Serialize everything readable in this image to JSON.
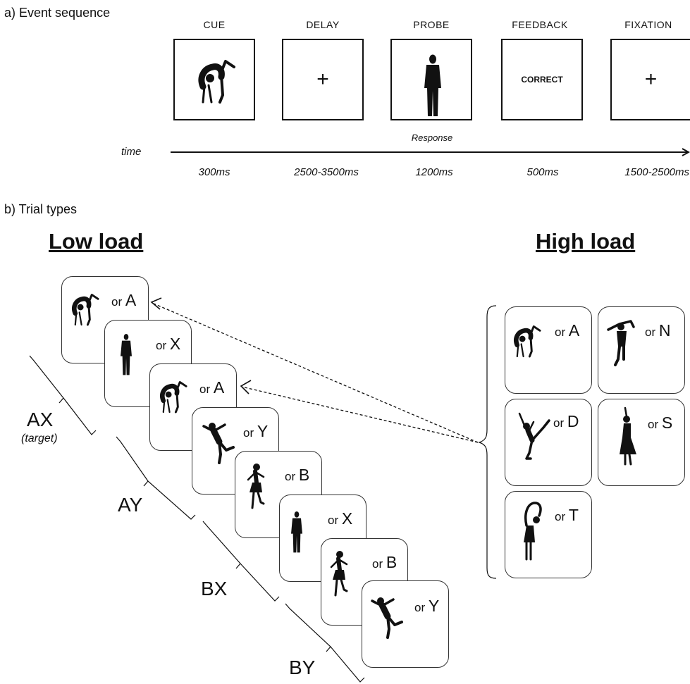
{
  "event_sequence": {
    "title": "a) Event sequence",
    "time_label": "time",
    "response_label": "Response",
    "events": [
      {
        "name": "CUE",
        "content": "gymnast-silhouette",
        "duration": "300ms"
      },
      {
        "name": "DELAY",
        "content": "+",
        "duration": "2500-3500ms"
      },
      {
        "name": "PROBE",
        "content": "man-silhouette",
        "duration": "1200ms"
      },
      {
        "name": "FEEDBACK",
        "content": "CORRECT",
        "duration": "500ms"
      },
      {
        "name": "FIXATION",
        "content": "+",
        "duration": "1500-2500ms"
      }
    ]
  },
  "trial_types": {
    "title": "b) Trial types",
    "low_load": {
      "heading": "Low load",
      "cards": [
        {
          "icon": "gymnast-icon",
          "prefix": "or",
          "letter": "A"
        },
        {
          "icon": "man-icon",
          "prefix": "or",
          "letter": "X"
        },
        {
          "icon": "gymnast-icon",
          "prefix": "or",
          "letter": "A"
        },
        {
          "icon": "dancer-icon",
          "prefix": "or",
          "letter": "Y"
        },
        {
          "icon": "girl-icon",
          "prefix": "or",
          "letter": "B"
        },
        {
          "icon": "man-icon",
          "prefix": "or",
          "letter": "X"
        },
        {
          "icon": "girl-icon",
          "prefix": "or",
          "letter": "B"
        },
        {
          "icon": "dancer-icon",
          "prefix": "or",
          "letter": "Y"
        }
      ],
      "trial_labels": [
        {
          "label": "AX",
          "sub": "(target)"
        },
        {
          "label": "AY"
        },
        {
          "label": "BX"
        },
        {
          "label": "BY"
        }
      ]
    },
    "high_load": {
      "heading": "High load",
      "cards": [
        {
          "icon": "gymnast-icon",
          "prefix": "or",
          "letter": "A"
        },
        {
          "icon": "stretching-figure-icon",
          "prefix": "or",
          "letter": "N"
        },
        {
          "icon": "skater-icon",
          "prefix": "or",
          "letter": "D"
        },
        {
          "icon": "woman-dress-icon",
          "prefix": "or",
          "letter": "S"
        },
        {
          "icon": "side-bend-icon",
          "prefix": "or",
          "letter": "T"
        }
      ]
    }
  }
}
